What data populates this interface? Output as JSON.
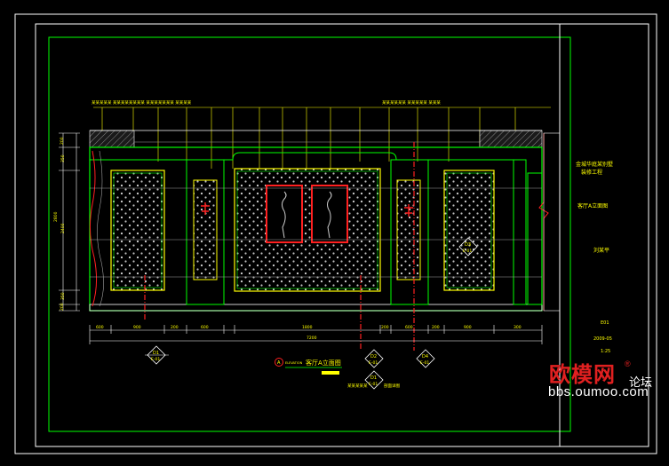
{
  "drawing": {
    "title_block": {
      "project_line1": "金城华庭某别墅",
      "project_line2": "装修工程",
      "sheet_title": "客厅A立面图",
      "drawn_by": "刘某平",
      "sheet_no": "E01",
      "date": "2009-05",
      "scale": "1:25"
    },
    "main_caption": {
      "prefix": "ELEVATION",
      "letter": "A",
      "text": "客厅A立面图"
    },
    "secondary_caption": {
      "prefix": "某某某某某",
      "text": "剖面详图"
    },
    "section_markers": [
      {
        "id": "D1",
        "sheet": "E-01"
      },
      {
        "id": "D2",
        "sheet": "E-01"
      },
      {
        "id": "D4",
        "sheet": "E-01"
      },
      {
        "id": "D3",
        "sheet": "E-01"
      },
      {
        "id": "D1",
        "sheet": "E-01"
      }
    ],
    "total_dimension": "7200",
    "bottom_dimensions": [
      "600",
      "900",
      "200",
      "600",
      "1800",
      "200",
      "600",
      "200",
      "900",
      "300"
    ],
    "left_dimensions": [
      "200",
      "350",
      "2400",
      "350",
      "200"
    ],
    "left_total": "2800",
    "annotations_left": "某某某某某 某某某某某某某某 某某某某某某某 某某某某",
    "annotations_right": "某某某某某某 某某某某某 某某某"
  },
  "colors": {
    "background": "#000000",
    "frame": "#ffffff",
    "green": "#00ff00",
    "yellow": "#ffff00",
    "red": "#ff2020",
    "gray": "#a0a0a0",
    "magenta": "#ff00ff",
    "cyan": "#00ffff"
  },
  "watermark": {
    "logo": "欧模网",
    "sub": "论坛",
    "registered": "®",
    "url": "bbs.oumoo.com"
  }
}
